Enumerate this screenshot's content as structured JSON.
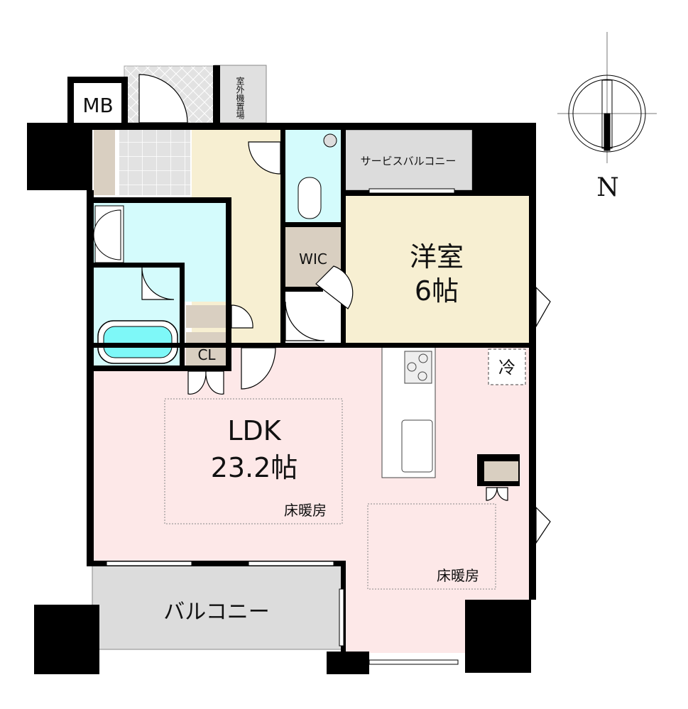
{
  "labels": {
    "mb": "MB",
    "outdoor_unit": "室外機置場",
    "service_balcony": "サービスバルコニー",
    "wic": "WIC",
    "western_room_name": "洋室",
    "western_room_size": "6帖",
    "cl": "CL",
    "fridge": "冷",
    "ldk_name": "LDK",
    "ldk_size": "23.2帖",
    "floor_heating_1": "床暖房",
    "floor_heating_2": "床暖房",
    "balcony": "バルコニー",
    "north": "N"
  },
  "colors": {
    "ldk": "#fde8e8",
    "cream": "#f7efd2",
    "wet": "#d4fbfc",
    "tub": "#7ef8f8",
    "storage": "#d9cfc1",
    "balcony": "#dcdcdc",
    "wall": "#000000"
  }
}
